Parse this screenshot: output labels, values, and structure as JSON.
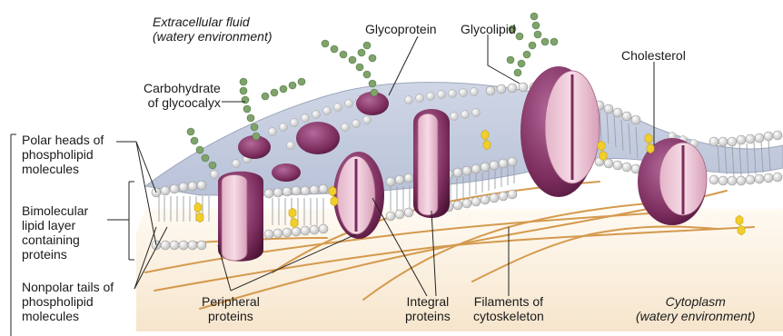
{
  "labels": {
    "extracellular_fluid": "Extracellular fluid\n(watery environment)",
    "glycoprotein": "Glycoprotein",
    "glycolipid": "Glycolipid",
    "cholesterol": "Cholesterol",
    "carbohydrate": "Carbohydrate\nof glycocalyx",
    "polar_heads": "Polar heads of\nphospholipid\nmolecules",
    "bimolecular": "Bimolecular\nlipid layer\ncontaining\nproteins",
    "nonpolar_tails": "Nonpolar tails of\nphospholipid\nmolecules",
    "peripheral": "Peripheral\nproteins",
    "integral": "Integral\nproteins",
    "filaments": "Filaments of\ncytoskeleton",
    "cytoplasm": "Cytoplasm\n(watery environment)"
  },
  "colors": {
    "phospholipid_head": "#e6e6e6",
    "lipid_tail": "#9aa0a6",
    "protein_purple": "#7a2c5c",
    "protein_pink": "#f1c9d9",
    "carbohydrate_green": "#7fa36b",
    "cholesterol_yellow": "#f1cf2a",
    "cytoskeleton_orange": "#dba457",
    "cytoplasm_bg": "#fbf1e2"
  }
}
